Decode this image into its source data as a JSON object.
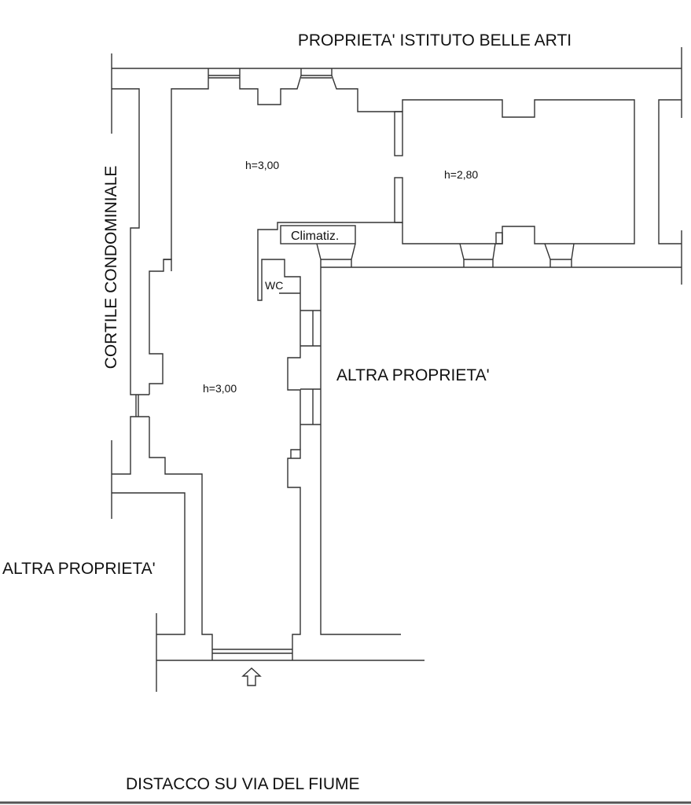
{
  "labels": {
    "top": "PROPRIETA' ISTITUTO BELLE ARTI",
    "left_vertical": "CORTILE CONDOMINIALE",
    "right_middle": "ALTRA PROPRIETA'",
    "left_lower": "ALTRA PROPRIETA'",
    "bottom": "DISTACCO SU VIA DEL FIUME"
  },
  "rooms": {
    "upper_hall_height": "h=3,00",
    "right_room_height": "h=2,80",
    "lower_hall_height": "h=3,00",
    "climatiz": "Climatiz.",
    "wc": "WC"
  },
  "icons": {
    "entrance": "entrance-arrow-icon"
  }
}
